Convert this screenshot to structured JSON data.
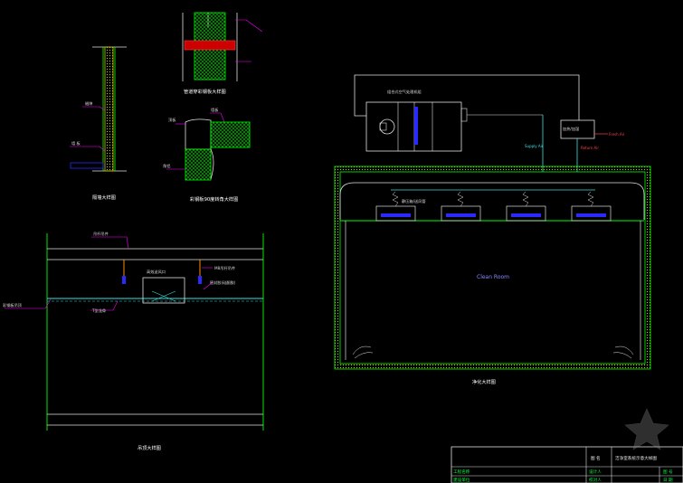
{
  "drawing": {
    "labels": {
      "upper_door_label": "缝隙",
      "lower_door_label": "墙 板",
      "wall_caption": "隔墙大样图",
      "penetration_caption": "管道穿彩钢板大样图",
      "corner_top_label": "墙板",
      "corner_right_label": "顶板",
      "corner_left_label": "角铝",
      "corner_caption": "彩钢板90度转角大样图",
      "ceiling_rod_label": "吊杆吊件",
      "hepa_outlet_label": "高效送风口",
      "hanger_label": "M8吊杆吊件",
      "ceiling_layer_label": "彩钢板吊顶",
      "t_bar_label": "T型龙骨",
      "seal_label": "密封胶(硅酮胶)",
      "ceiling_caption": "吊顶大样图",
      "ahu_label": "组合式空气处理机组",
      "heater_label": "加热/加湿",
      "supply_air_label": "Supply Air",
      "fresh_air_label": "Fresh Air",
      "return_air_label": "Return Air",
      "plenum_label": "静压箱/送风管",
      "clean_room_label": "Clean Room",
      "cleanroom_caption": "净化大样图"
    },
    "title_block": {
      "drawing_name_label": "图 名",
      "drawing_name": "洁净室系统示意大样图",
      "row1_left": "工程名称",
      "row1_mid": "设计人",
      "row1_right": "图 号",
      "row2_left": "建设单位",
      "row2_mid": "校对人",
      "row2_right": "日 期"
    },
    "colors": {
      "background": "#000000",
      "frame_green": "#00ff00",
      "panel_yellow": "#e0e000",
      "cyan_duct": "#36e0e0",
      "magenta_leader": "#ff00ff",
      "blue_filter": "#2a2aff",
      "orange_rod": "#ff8c00",
      "white_lines": "#e0e0e0"
    }
  }
}
